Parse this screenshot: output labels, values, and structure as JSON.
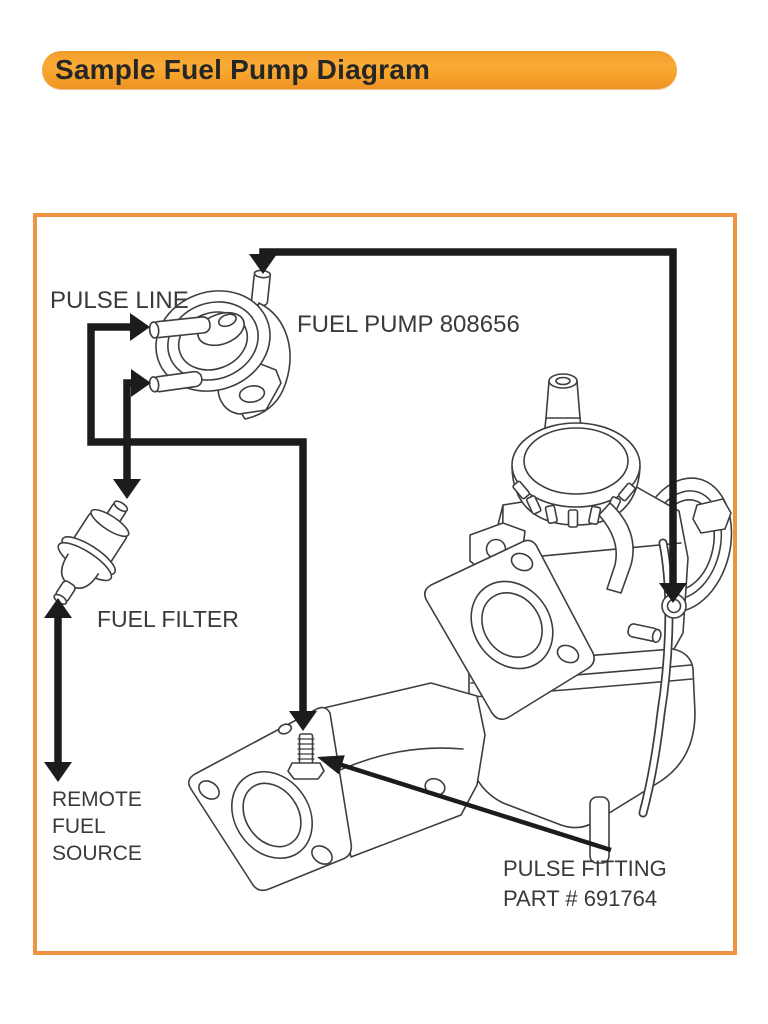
{
  "header": {
    "title": "Sample Fuel Pump Diagram",
    "colors": {
      "bar_top": "#F9AC38",
      "bar_bottom": "#EF9223",
      "text": "#262626"
    }
  },
  "diagram": {
    "colors": {
      "border": "#EE9342",
      "connector": "#1C1C1C",
      "artwork_stroke": "#3E3E3E",
      "label_text": "#3A3A3A"
    },
    "labels": {
      "pulse_line": "PULSE LINE",
      "fuel_pump": "FUEL PUMP 808656",
      "fuel_filter": "FUEL FILTER",
      "remote_fuel_source": {
        "lines": [
          "REMOTE",
          "FUEL",
          "SOURCE"
        ]
      },
      "pulse_fitting": {
        "lines": [
          "PULSE FITTING",
          "PART # 691764"
        ]
      }
    }
  }
}
